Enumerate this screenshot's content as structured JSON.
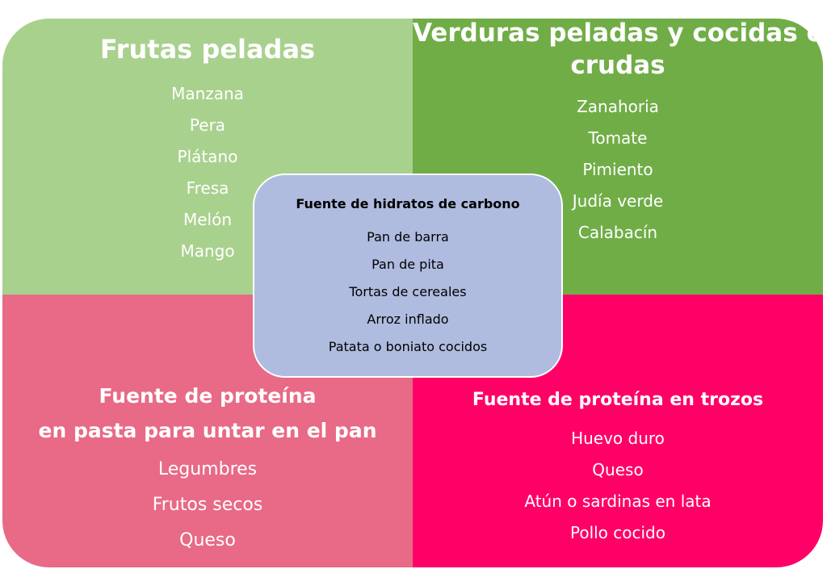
{
  "quadrants": {
    "top_left": {
      "title": "Frutas peladas",
      "items": [
        "Manzana",
        "Pera",
        "Plátano",
        "Fresa",
        "Melón",
        "Mango"
      ],
      "color": "#a9d18e"
    },
    "top_right": {
      "title_line1": "Verduras peladas y cocidas o",
      "title_line2": "crudas",
      "items": [
        "Zanahoria",
        "Tomate",
        "Pimiento",
        "Judía verde",
        "Calabacín"
      ],
      "color": "#70ad47"
    },
    "bottom_left": {
      "title_line1": "Fuente de proteína",
      "title_line2": "en pasta para untar en el pan",
      "items": [
        "Legumbres",
        "Frutos secos",
        "Queso"
      ],
      "color": "#e86a86"
    },
    "bottom_right": {
      "title": "Fuente de proteína en trozos",
      "items": [
        "Huevo duro",
        "Queso",
        "Atún o sardinas en lata",
        "Pollo cocido"
      ],
      "color": "#ff0066"
    }
  },
  "center": {
    "title": "Fuente de hidratos de carbono",
    "items": [
      "Pan de barra",
      "Pan de pita",
      "Tortas de cereales",
      "Arroz inflado",
      "Patata o boniato cocidos"
    ],
    "color": "#afbcdf"
  }
}
